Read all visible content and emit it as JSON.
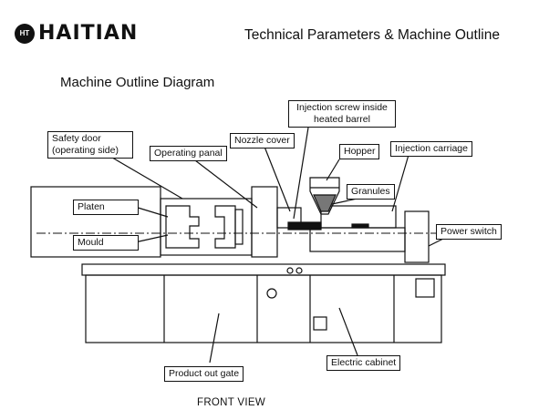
{
  "header": {
    "logo_badge": "HT",
    "logo_text": "HAITIAN",
    "title": "Technical Parameters & Machine Outline"
  },
  "diagram": {
    "title": "Machine Outline Diagram",
    "view_label": "FRONT VIEW",
    "labels": {
      "safety_door_line1": "Safety door",
      "safety_door_line2": "(operating side)",
      "operating_panel": "Operating panal",
      "nozzle_cover": "Nozzle cover",
      "injection_screw_line1": "Injection screw inside",
      "injection_screw_line2": "heated barrel",
      "hopper": "Hopper",
      "injection_carriage": "Injection carriage",
      "granules": "Granules",
      "platen": "Platen",
      "mould": "Mould",
      "power_switch": "Power switch",
      "product_out_gate": "Product out gate",
      "electric_cabinet": "Electric cabinet"
    }
  }
}
